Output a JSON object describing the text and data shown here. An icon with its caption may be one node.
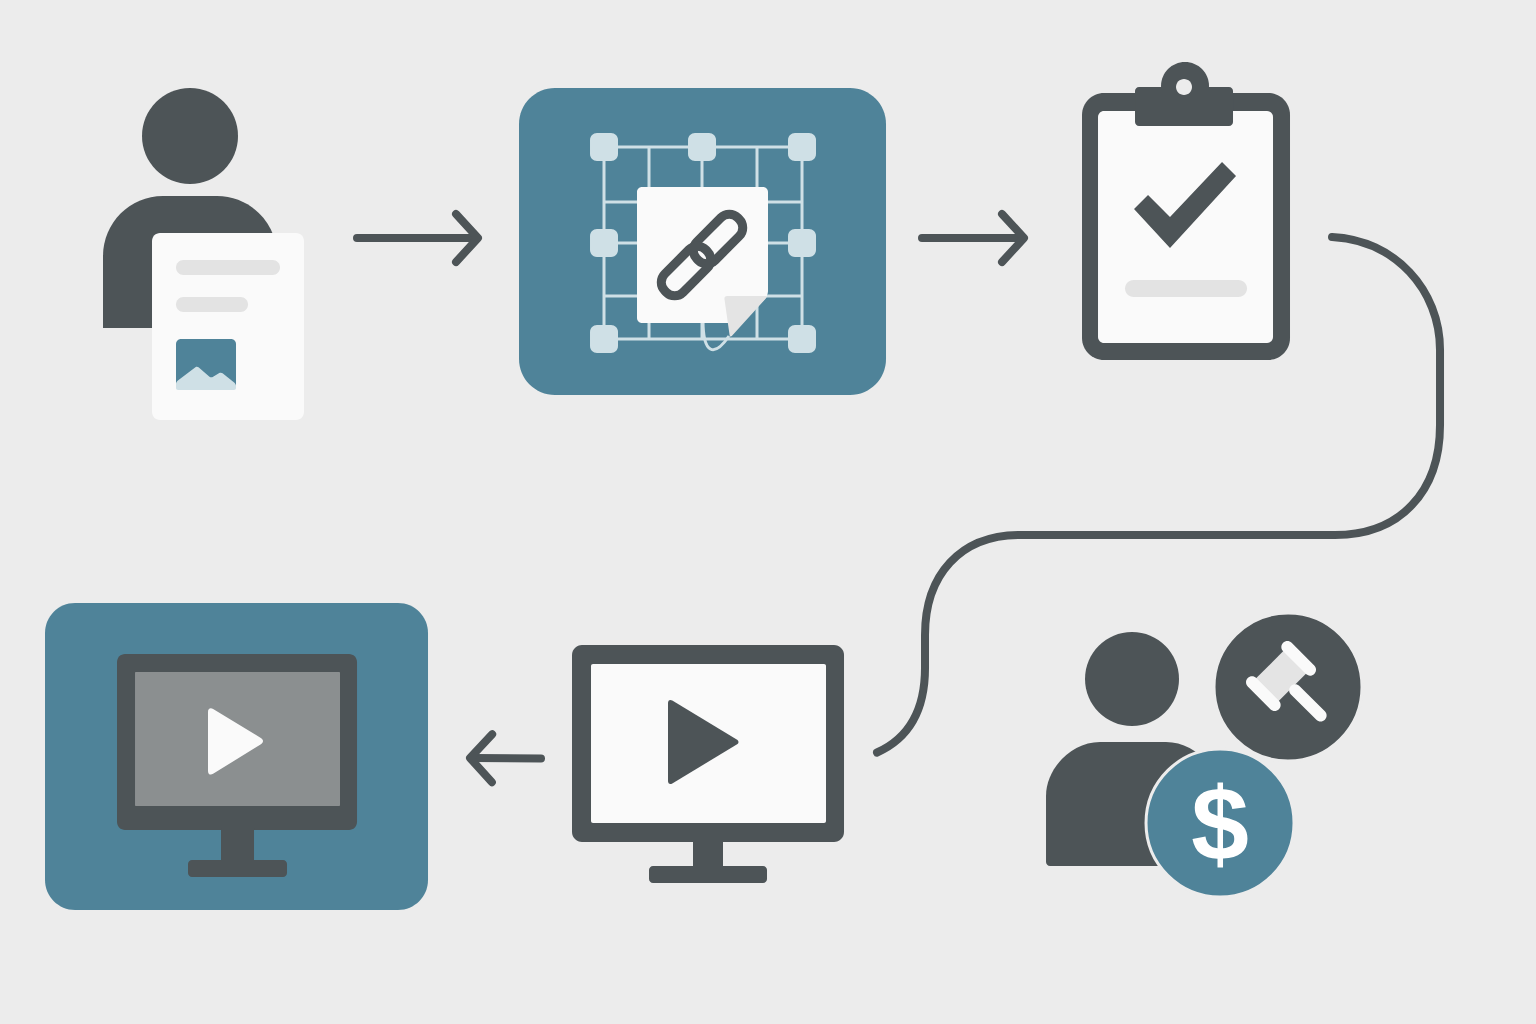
{
  "diagram": {
    "nodes": [
      {
        "text": [],
        "shape": "picture"
      },
      {
        "text": [],
        "shape": "picture"
      },
      {
        "text": [],
        "shape": "picture"
      },
      {
        "text": [],
        "shape": "picture"
      },
      {
        "text": [],
        "shape": "picture"
      },
      {
        "text": [],
        "shape": "picture"
      }
    ],
    "edges": [
      {
        "from": 0,
        "to": 1,
        "arrow": "to"
      },
      {
        "from": 1,
        "to": 2,
        "arrow": "to"
      },
      {
        "from": 2,
        "to": 3,
        "arrow": "none"
      },
      {
        "from": 3,
        "to": 4,
        "arrow": "to"
      }
    ],
    "labels": [
      "$"
    ]
  }
}
